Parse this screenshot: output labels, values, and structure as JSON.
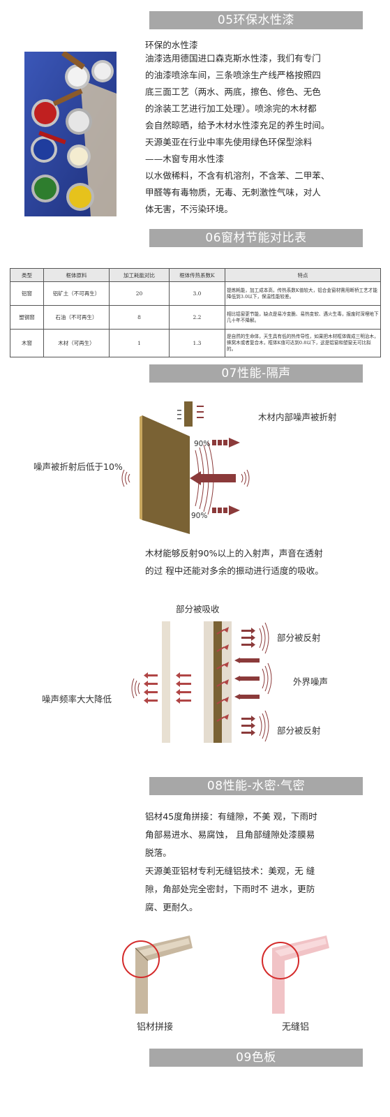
{
  "section05": {
    "title": "05环保水性漆",
    "subtitle": "环保的水性漆",
    "lines": [
      "油漆选用德国进口森克斯水性漆，我们有专门",
      "的油漆喷涂车间，三条喷涂生产线严格按照四",
      "底三面工艺（两水、两底，擦色、修色、无色",
      "的涂装工艺进行加工处理）。喷涂完的木材都",
      "会自然晾晒，给予木材水性漆充足的养生时间。",
      "天源美亚在行业中率先使用绿色环保型涂料",
      "——木窗专用水性漆",
      "以水做稀料，不含有机溶剂，不含苯、二甲苯、",
      "甲醛等有毒物质，无毒、无刺激性气味，对人",
      "体无害，不污染环境。"
    ]
  },
  "section06": {
    "title": "06窗材节能对比表",
    "headers": [
      "类型",
      "框体原料",
      "加工耗能对比",
      "框体传热系数K",
      "特点"
    ],
    "rows": [
      [
        "铝窗",
        "铝矿土（不可再生）",
        "20",
        "3.0",
        "提炼耗能，加工成本高，传热系数K值较大，铝合金窗材需用断桥工艺才能降低到3.0以下，保温性能较差。"
      ],
      [
        "塑钢窗",
        "石油（不可再生）",
        "8",
        "2.2",
        "相比铝窗更节能，缺点是易冷变脆、易热变软、遇火生毒，报废时深埋地下几十年不降解。"
      ],
      [
        "木窗",
        "木材（可再生）",
        "1",
        "1.3",
        "是自然的生命体，天生具有低的热传导性，如果把木材框体做成三明治木，蜂窝木或者复合木，框体K值可达到0.8以下，这是铝窗和塑窗无可比拟的。"
      ]
    ]
  },
  "section07": {
    "title": "07性能-隔声",
    "label_refract_inside": "木材内部噪声被折射",
    "label_pct_top": "90%",
    "label_pct_bottom": "90%",
    "label_below_10": "噪声被折射后低于10%",
    "desc_lines": [
      "木材能够反射90%以上的入射声，声音在透射",
      "的过 程中还能对多余的振动进行适度的吸收。"
    ],
    "label_absorbed": "部分被吸收",
    "label_reflect_top": "部分被反射",
    "label_outside_noise": "外界噪声",
    "label_reflect_bottom": "部分被反射",
    "label_freq_drop": "噪声频率大大降低"
  },
  "section08": {
    "title": "08性能-水密·气密",
    "lines": [
      "铝材45度角拼接：有缝隙，不美 观，下雨时",
      "角部易进水、易腐蚀， 且角部缝隙处漆膜易",
      "脱落。",
      "天源美亚铝材专利无缝铝技术：美观，无 缝",
      "隙，角部处完全密封，下雨时不 进水，更防",
      "腐、更耐久。"
    ],
    "label_spliced": "铝材拼接",
    "label_seamless": "无缝铝"
  },
  "section09": {
    "title": "09色板"
  },
  "colors": {
    "bar": "#a7a7a7",
    "wood": "#7a6234",
    "arrow": "#8b3a3a",
    "circle": "#d42a2a"
  }
}
